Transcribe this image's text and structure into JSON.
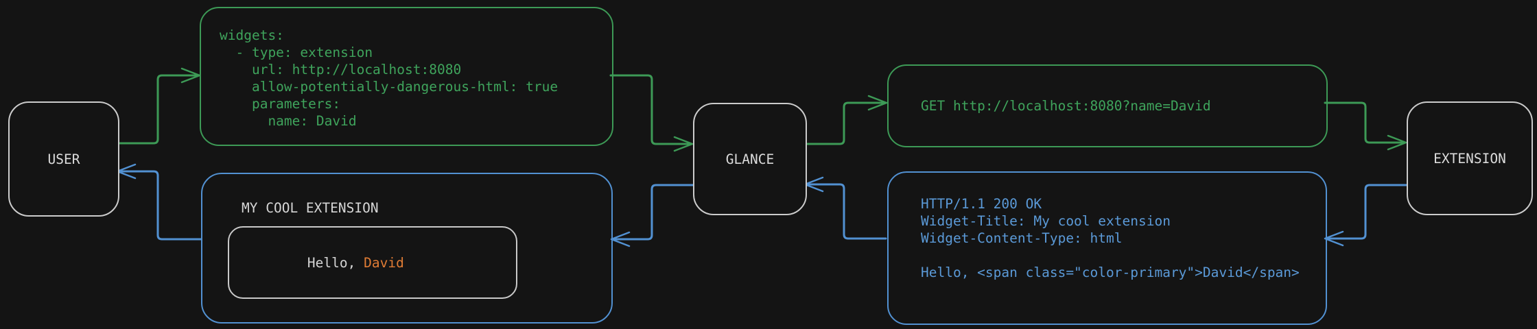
{
  "colors": {
    "background": "#141414",
    "request_accent_green": "#3d9a56",
    "response_accent_blue": "#5291d2",
    "highlight_orange": "#e07c35",
    "text_light": "#d6d6d6",
    "node_border": "#cccccc"
  },
  "nodes": {
    "user": {
      "label": "USER"
    },
    "glance": {
      "label": "GLANCE"
    },
    "extension": {
      "label": "EXTENSION"
    }
  },
  "config_box": {
    "lines": [
      "widgets:",
      "  - type: extension",
      "    url: http://localhost:8080",
      "    allow-potentially-dangerous-html: true",
      "    parameters:",
      "      name: David"
    ]
  },
  "request_box": {
    "line": "GET http://localhost:8080?name=David"
  },
  "response_box": {
    "lines": [
      "HTTP/1.1 200 OK",
      "Widget-Title: My cool extension",
      "Widget-Content-Type: html",
      "",
      "Hello, <span class=\"color-primary\">David</span>"
    ]
  },
  "widget_box": {
    "title": "MY COOL EXTENSION",
    "greeting_prefix": "Hello, ",
    "greeting_name": "David"
  }
}
